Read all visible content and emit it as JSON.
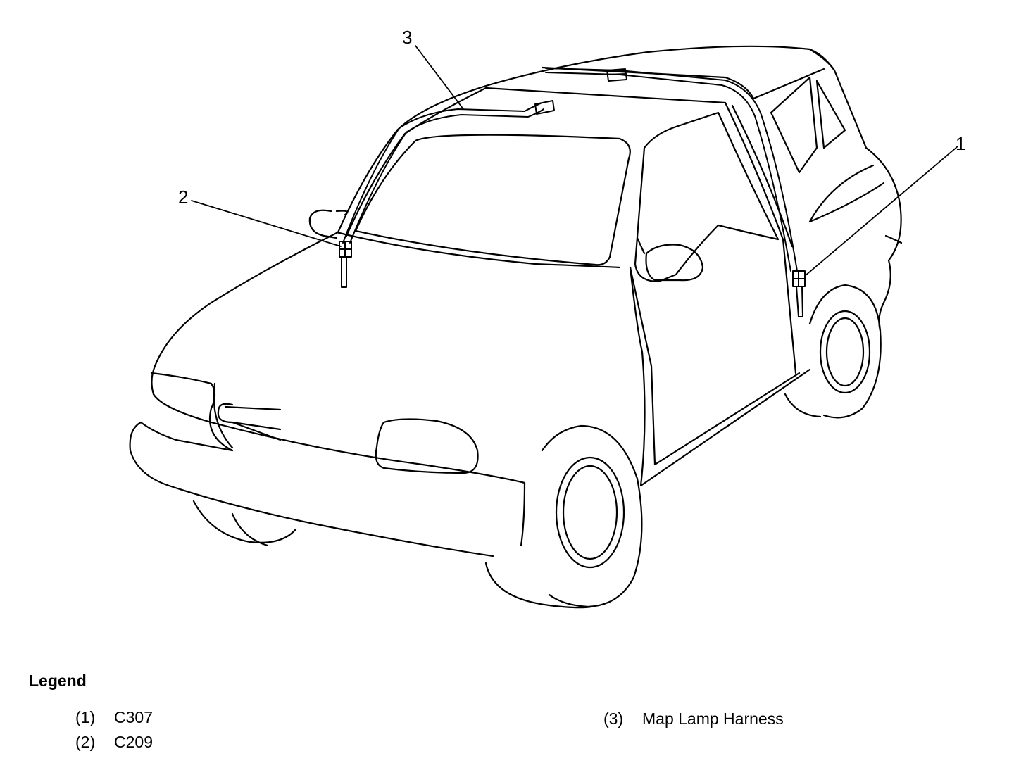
{
  "callouts": {
    "c1": "1",
    "c2": "2",
    "c3": "3"
  },
  "legend": {
    "title": "Legend",
    "items": [
      {
        "num": "(1)",
        "label": "C307"
      },
      {
        "num": "(2)",
        "label": "C209"
      },
      {
        "num": "(3)",
        "label": "Map Lamp Harness"
      }
    ]
  },
  "colors": {
    "stroke": "#000000",
    "background": "#ffffff"
  }
}
